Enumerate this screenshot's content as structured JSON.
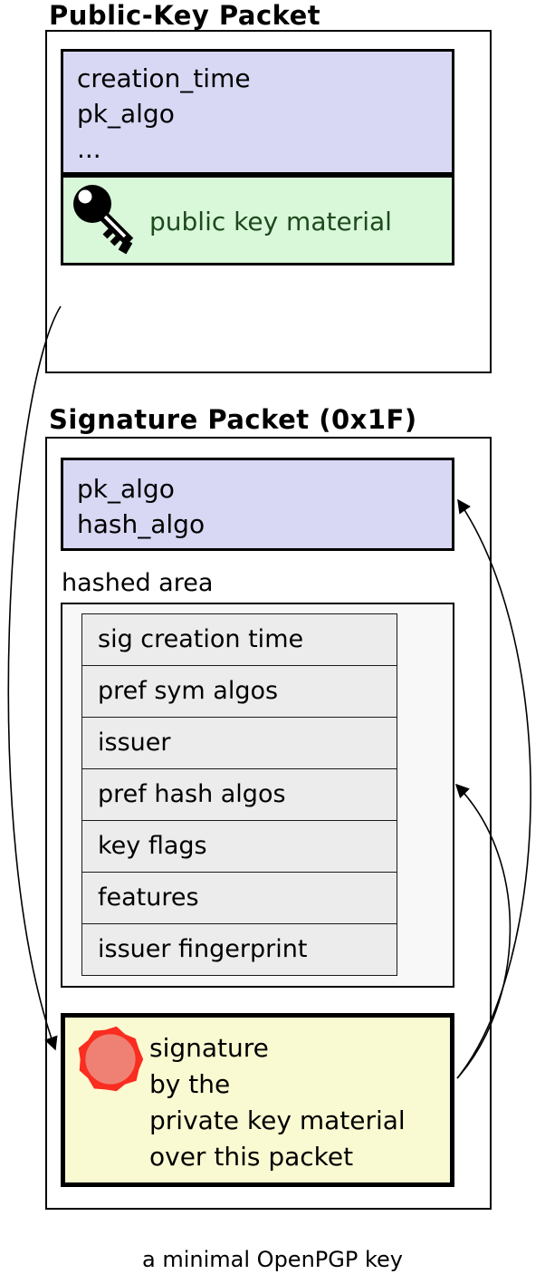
{
  "titles": {
    "public_key_packet": "Public-Key Packet",
    "signature_packet": "Signature Packet (0x1F)"
  },
  "public_key_packet": {
    "header_fields": [
      "creation_time",
      "pk_algo",
      "..."
    ],
    "material_label": "public key material"
  },
  "signature_packet": {
    "header_fields": [
      "pk_algo",
      "hash_algo"
    ],
    "hashed_area_label": "hashed area",
    "subpackets": [
      "sig creation time",
      "pref sym algos",
      "issuer",
      "pref hash algos",
      "key flags",
      "features",
      "issuer fingerprint"
    ],
    "signature_lines": [
      "signature",
      "by the",
      "private key material",
      "over this packet"
    ]
  },
  "caption": "a minimal OpenPGP key",
  "icons": {
    "key": "key-icon",
    "seal": "seal-icon",
    "arrows": [
      "arrow-public-key-to-signature",
      "arrow-signature-to-sig-header",
      "arrow-signature-to-hashed-area"
    ]
  },
  "colors": {
    "purple": "#d8d8f4",
    "green": "#d9f7d9",
    "green_text": "#1d4a1d",
    "yellow": "#fafad2",
    "seal_ring": "#f92d20",
    "seal_fill": "#ee8173",
    "row_fill": "#ececec",
    "hashed_fill": "#f8f8f8"
  }
}
